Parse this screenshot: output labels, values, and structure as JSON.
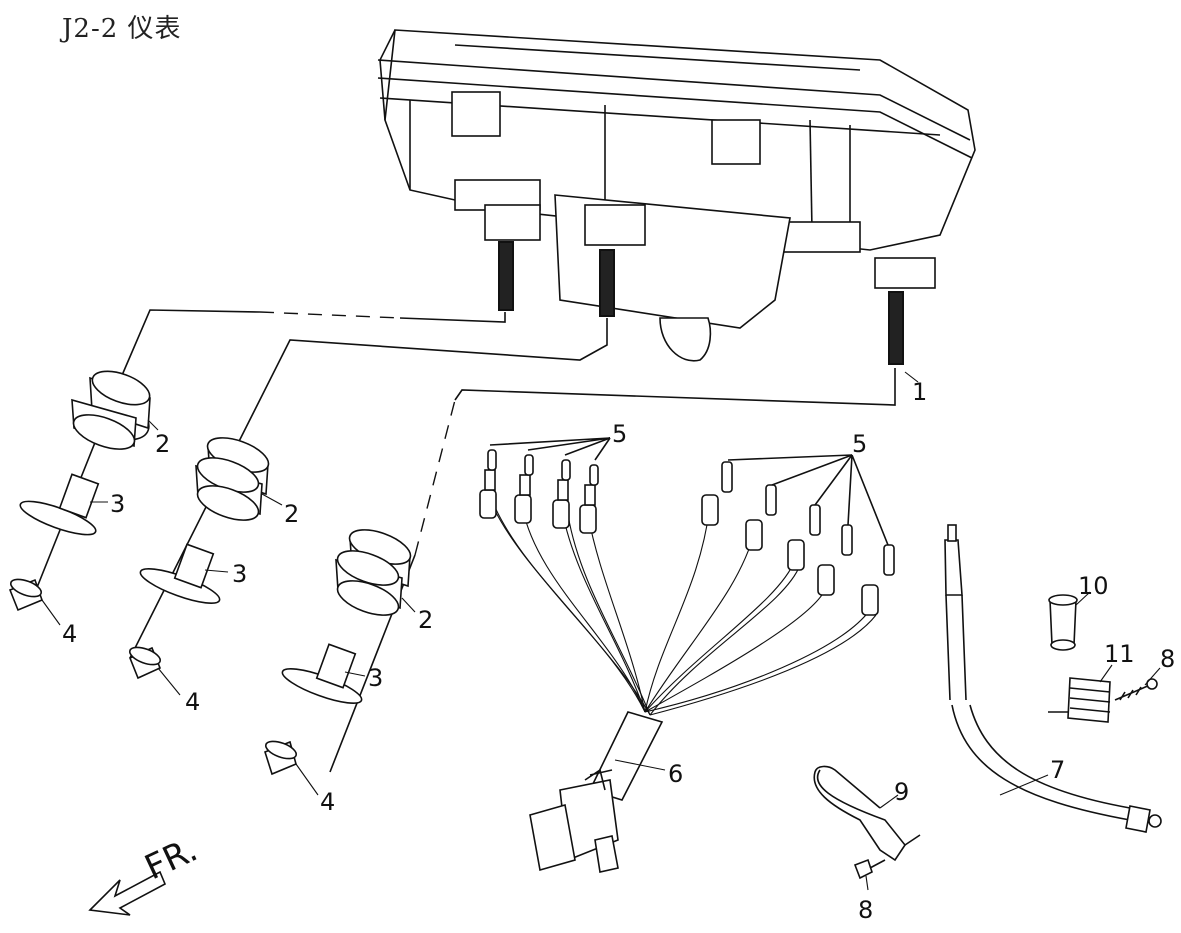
{
  "title": "J2-2 仪表",
  "direction_label": "FR.",
  "callouts": {
    "c1": "1",
    "c2a": "2",
    "c2b": "2",
    "c2c": "2",
    "c3a": "3",
    "c3b": "3",
    "c3c": "3",
    "c4a": "4",
    "c4b": "4",
    "c4c": "4",
    "c5a": "5",
    "c5b": "5",
    "c6": "6",
    "c7": "7",
    "c8a": "8",
    "c8b": "8",
    "c9": "9",
    "c10": "10",
    "c11": "11"
  }
}
